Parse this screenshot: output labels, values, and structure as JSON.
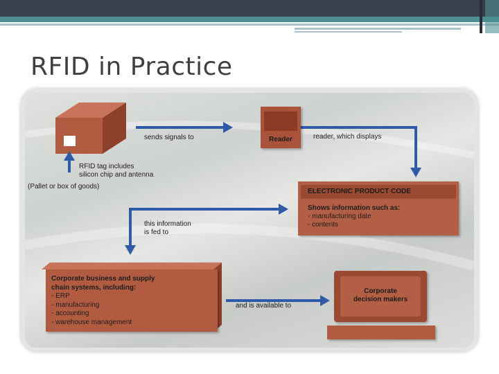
{
  "slide": {
    "title": "RFID in Practice"
  },
  "diagram": {
    "tag_caption": "RFID tag includes\nsilicon chip and antenna",
    "pallet_caption": "(Pallet or box of goods)",
    "arrow1_label": "sends signals to",
    "reader_label": "Reader",
    "arrow2_label": "reader, which displays",
    "epc_title": "ELECTRONIC PRODUCT CODE",
    "epc_body_heading": "Shows information such as:",
    "epc_items": [
      "- manufacturing date",
      "- contents"
    ],
    "arrow3_label": "this information\nis fed to",
    "corp_heading": "Corporate business and supply\nchain systems, including:",
    "corp_items": [
      "- ERP",
      "- manufacturing",
      "- accounting",
      "- warehouse management"
    ],
    "arrow4_label": "and is available to",
    "decision_label": "Corporate\ndecision makers",
    "colors": {
      "box_brown": "#b15c41",
      "dark_brown": "#9a4a30",
      "arrow_blue": "#2f5aa8",
      "accent_teal": "#4f8f94",
      "topbar_dark": "#3a3f4f"
    }
  }
}
